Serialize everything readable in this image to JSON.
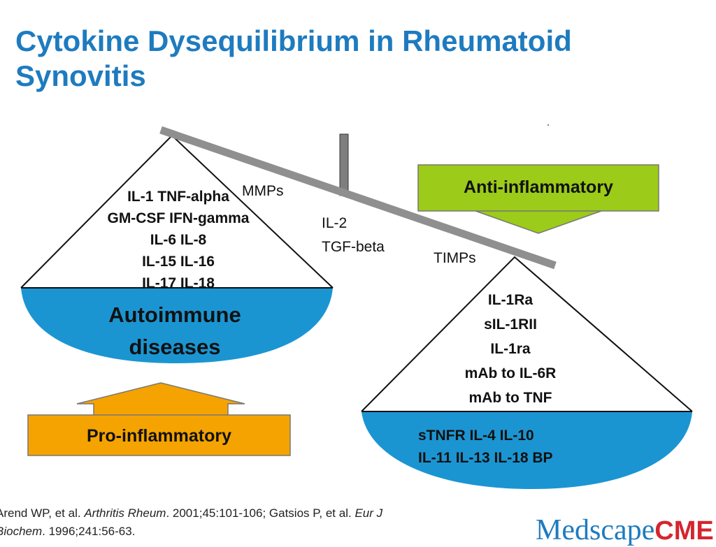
{
  "title": {
    "line1": "Cytokine Dysequilibrium in Rheumatoid",
    "line2": "Synovitis"
  },
  "labels": {
    "mmps": "MMPs",
    "il2": "IL-2",
    "tgf_beta": "TGF-beta",
    "timps": "TIMPs"
  },
  "pro_side": {
    "cytokines": [
      "IL-1  TNF-alpha",
      "GM-CSF  IFN-gamma",
      "IL-6  IL-8",
      "IL-15  IL-16",
      "IL-17  IL-18"
    ],
    "bowl_line1": "Autoimmune",
    "bowl_line2": "diseases",
    "arrow_label": "Pro-inflammatory"
  },
  "anti_side": {
    "mediators": [
      "IL-1Ra",
      "sIL-1RII",
      "IL-1ra",
      "mAb to IL-6R",
      "mAb to TNF"
    ],
    "bowl_line1": "sTNFR IL-4  IL-10",
    "bowl_line2": "IL-11  IL-13  IL-18 BP",
    "arrow_label": "Anti-inflammatory"
  },
  "footer": {
    "part1": "Arend WP, et al. ",
    "journal1": "Arthritis Rheum",
    "part2": ". 2001;45:101-106; Gatsios P, et al. ",
    "journal2a": "Eur J",
    "journal2b": "Biochem",
    "part3": ". 1996;241:56-63."
  },
  "logo": {
    "text": "Medscape",
    "suffix": "CME"
  },
  "colors": {
    "title": "#1e7bbf",
    "bowl": "#1b95d2",
    "pro_arrow": "#f5a300",
    "anti_arrow": "#9ccb19",
    "beam": "#8f8f8f"
  }
}
